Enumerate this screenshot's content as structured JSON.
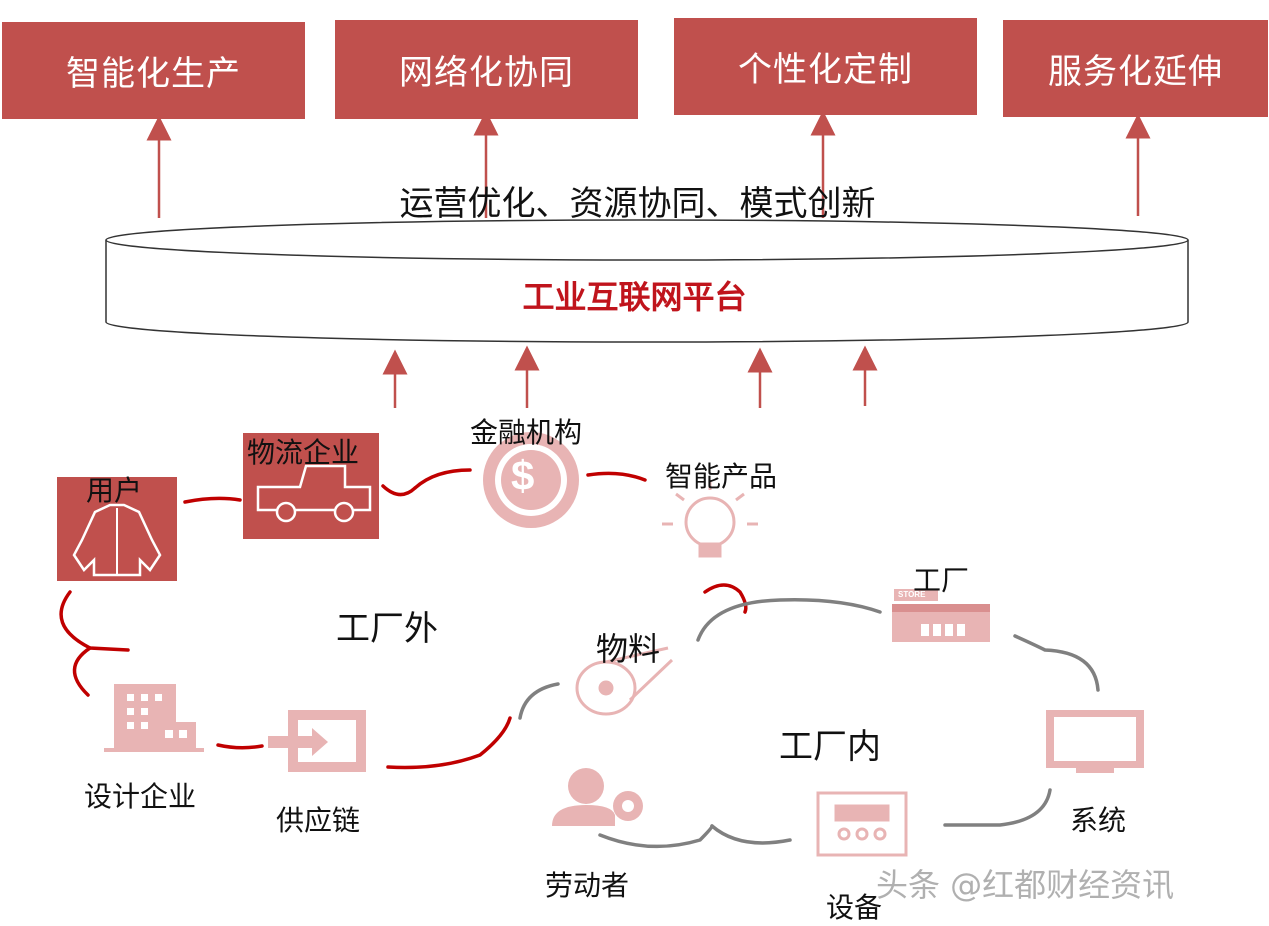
{
  "outcomes": [
    "智能化生产",
    "网络化协同",
    "个性化定制",
    "服务化延伸"
  ],
  "tagline": "运营优化、资源协同、模式创新",
  "platform": "工业互联网平台",
  "outside": {
    "title": "工厂外",
    "nodes": {
      "user": "用户",
      "logistics": "物流企业",
      "finance": "金融机构",
      "smart_product": "智能产品",
      "design": "设计企业",
      "supply_chain": "供应链"
    }
  },
  "inside": {
    "title": "工厂内",
    "nodes": {
      "material": "物料",
      "factory": "工厂",
      "system": "系统",
      "worker": "劳动者",
      "equipment": "设备"
    },
    "store_sign": "STORE"
  },
  "watermark": "头条 @红都财经资讯",
  "colors": {
    "accent": "#c0504d",
    "platform_text": "#c0141c",
    "outside_curve": "#c00000",
    "inside_curve": "#808080",
    "icon_pink": "#e8b4b4"
  }
}
